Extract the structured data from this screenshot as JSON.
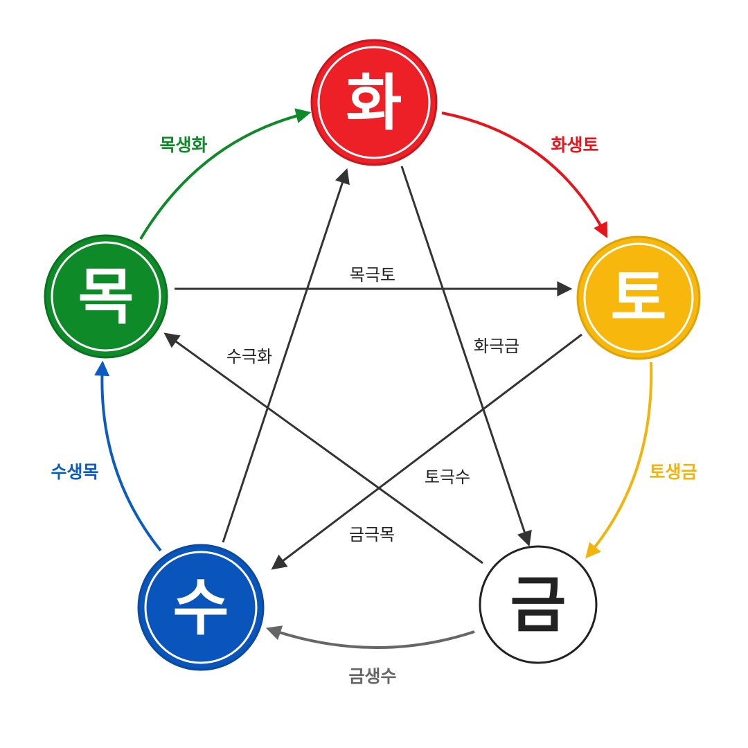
{
  "nodes": [
    {
      "id": "hwa",
      "label": "화",
      "fill": "#ee2027",
      "text_color": "#ffffff",
      "ring": "#ffffff",
      "border": "#c8161d"
    },
    {
      "id": "to",
      "label": "토",
      "fill": "#f7b70d",
      "text_color": "#ffffff",
      "ring": "#ffffff",
      "border": "#e0a200"
    },
    {
      "id": "geum",
      "label": "금",
      "fill": "#ffffff",
      "text_color": "#222222",
      "ring": "#ffffff",
      "border": "#222222"
    },
    {
      "id": "su",
      "label": "수",
      "fill": "#0955bb",
      "text_color": "#ffffff",
      "ring": "#ffffff",
      "border": "#0a4aa0"
    },
    {
      "id": "mok",
      "label": "목",
      "fill": "#0e8a28",
      "text_color": "#ffffff",
      "ring": "#ffffff",
      "border": "#0a7420"
    }
  ],
  "generating_cycle": [
    {
      "id": "mok-hwa",
      "label": "목생화",
      "color": "#0e8a28"
    },
    {
      "id": "hwa-to",
      "label": "화생토",
      "color": "#e8141c"
    },
    {
      "id": "to-geum",
      "label": "토생금",
      "color": "#f2b40c"
    },
    {
      "id": "geum-su",
      "label": "금생수",
      "color": "#666666"
    },
    {
      "id": "su-mok",
      "label": "수생목",
      "color": "#0b5cc0"
    }
  ],
  "controlling_cycle": [
    {
      "id": "mok-to",
      "label": "목극토",
      "color": "#333333"
    },
    {
      "id": "hwa-geum",
      "label": "화극금",
      "color": "#333333"
    },
    {
      "id": "to-su",
      "label": "토극수",
      "color": "#333333"
    },
    {
      "id": "geum-mok",
      "label": "금극목",
      "color": "#333333"
    },
    {
      "id": "su-hwa",
      "label": "수극화",
      "color": "#333333"
    }
  ]
}
